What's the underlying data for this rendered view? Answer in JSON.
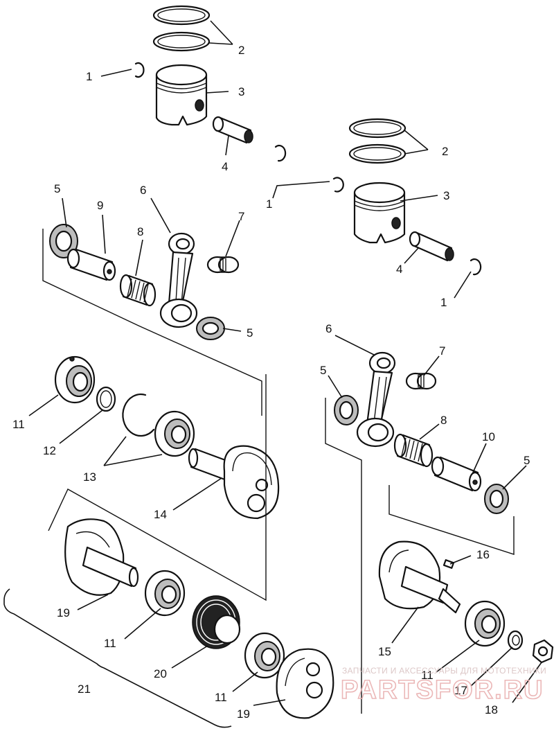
{
  "callouts": [
    {
      "label": "1"
    },
    {
      "label": "2"
    },
    {
      "label": "3"
    },
    {
      "label": "4"
    },
    {
      "label": "5"
    },
    {
      "label": "9"
    },
    {
      "label": "6"
    },
    {
      "label": "7"
    },
    {
      "label": "8"
    },
    {
      "label": "5"
    },
    {
      "label": "1"
    },
    {
      "label": "2"
    },
    {
      "label": "3"
    },
    {
      "label": "4"
    },
    {
      "label": "1"
    },
    {
      "label": "6"
    },
    {
      "label": "7"
    },
    {
      "label": "5"
    },
    {
      "label": "8"
    },
    {
      "label": "10"
    },
    {
      "label": "5"
    },
    {
      "label": "11"
    },
    {
      "label": "12"
    },
    {
      "label": "13"
    },
    {
      "label": "14"
    },
    {
      "label": "16"
    },
    {
      "label": "15"
    },
    {
      "label": "19"
    },
    {
      "label": "11"
    },
    {
      "label": "20"
    },
    {
      "label": "11"
    },
    {
      "label": "19"
    },
    {
      "label": "21"
    },
    {
      "label": "11"
    },
    {
      "label": "17"
    },
    {
      "label": "18"
    }
  ],
  "watermark": {
    "caption": "ЗАПЧАСТИ И АКСЕССУАРЫ ДЛЯ МОТОТЕХНИКИ",
    "logo": "PARTSFOR.RU"
  }
}
